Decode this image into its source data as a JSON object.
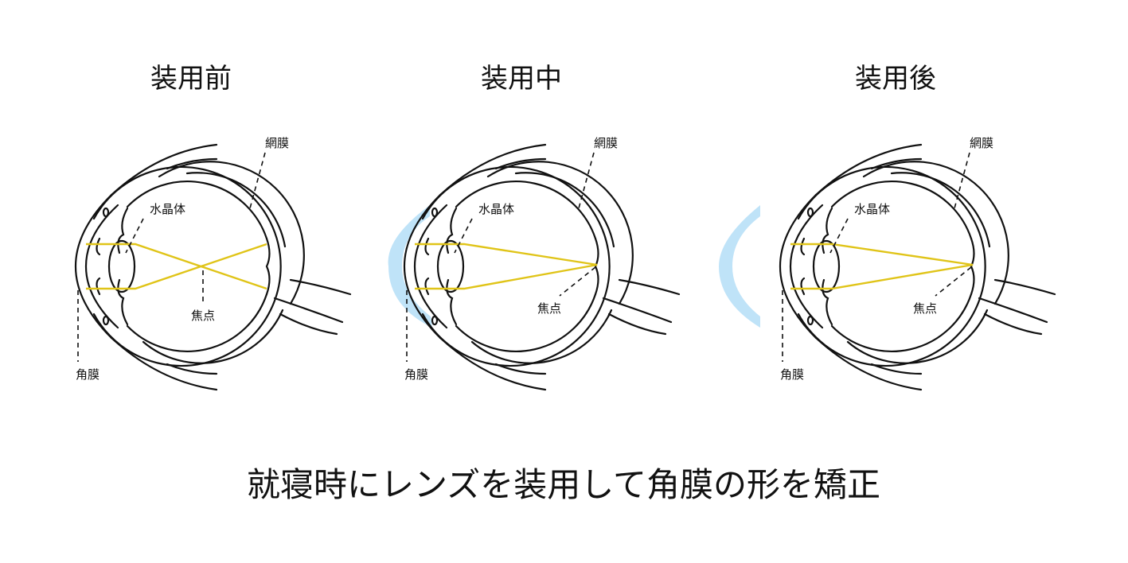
{
  "titles": [
    "装用前",
    "装用中",
    "装用後"
  ],
  "labels": {
    "retina": "網膜",
    "lens": "水晶体",
    "focus": "焦点",
    "cornea": "角膜"
  },
  "caption": "就寝時にレンズを装用して角膜の形を矯正",
  "colors": {
    "ray": "#e0c418",
    "contact_lens": "#bfe3f8",
    "line": "#111111"
  }
}
